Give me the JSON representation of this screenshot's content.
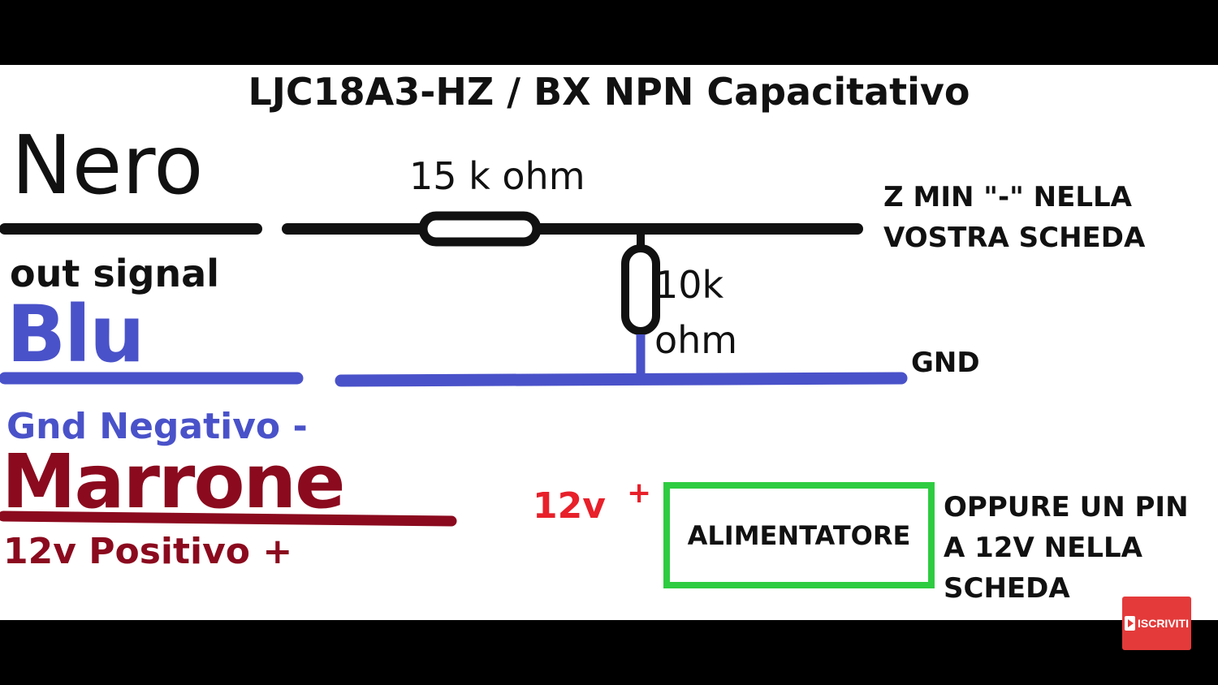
{
  "title": "LJC18A3-HZ / BX NPN Capacitativo",
  "wires": {
    "black": {
      "name": "Nero",
      "function": "out signal",
      "color": "#111111"
    },
    "blue": {
      "name": "Blu",
      "function": "Gnd Negativo -",
      "color": "#4a52c9"
    },
    "brown": {
      "name": "Marrone",
      "function": "12v Positivo +",
      "color": "#8b0a1e"
    }
  },
  "resistors": {
    "series": {
      "value": "15 k ohm"
    },
    "pulldown": {
      "value_line1": "10k",
      "value_line2": "ohm"
    }
  },
  "labels": {
    "zmin": "Z MIN \"-\" NELLA VOSTRA SCHEDA",
    "gnd": "GND",
    "supply_voltage": "12v",
    "supply_plus": "+",
    "power_supply": "ALIMENTATORE",
    "alternative": "OPPURE UN PIN A 12V NELLA SCHEDA"
  },
  "colors": {
    "psu_border": "#2ecc40",
    "supply_text": "#e8202a"
  },
  "overlay": {
    "subscribe_label": "ISCRIVITI"
  }
}
